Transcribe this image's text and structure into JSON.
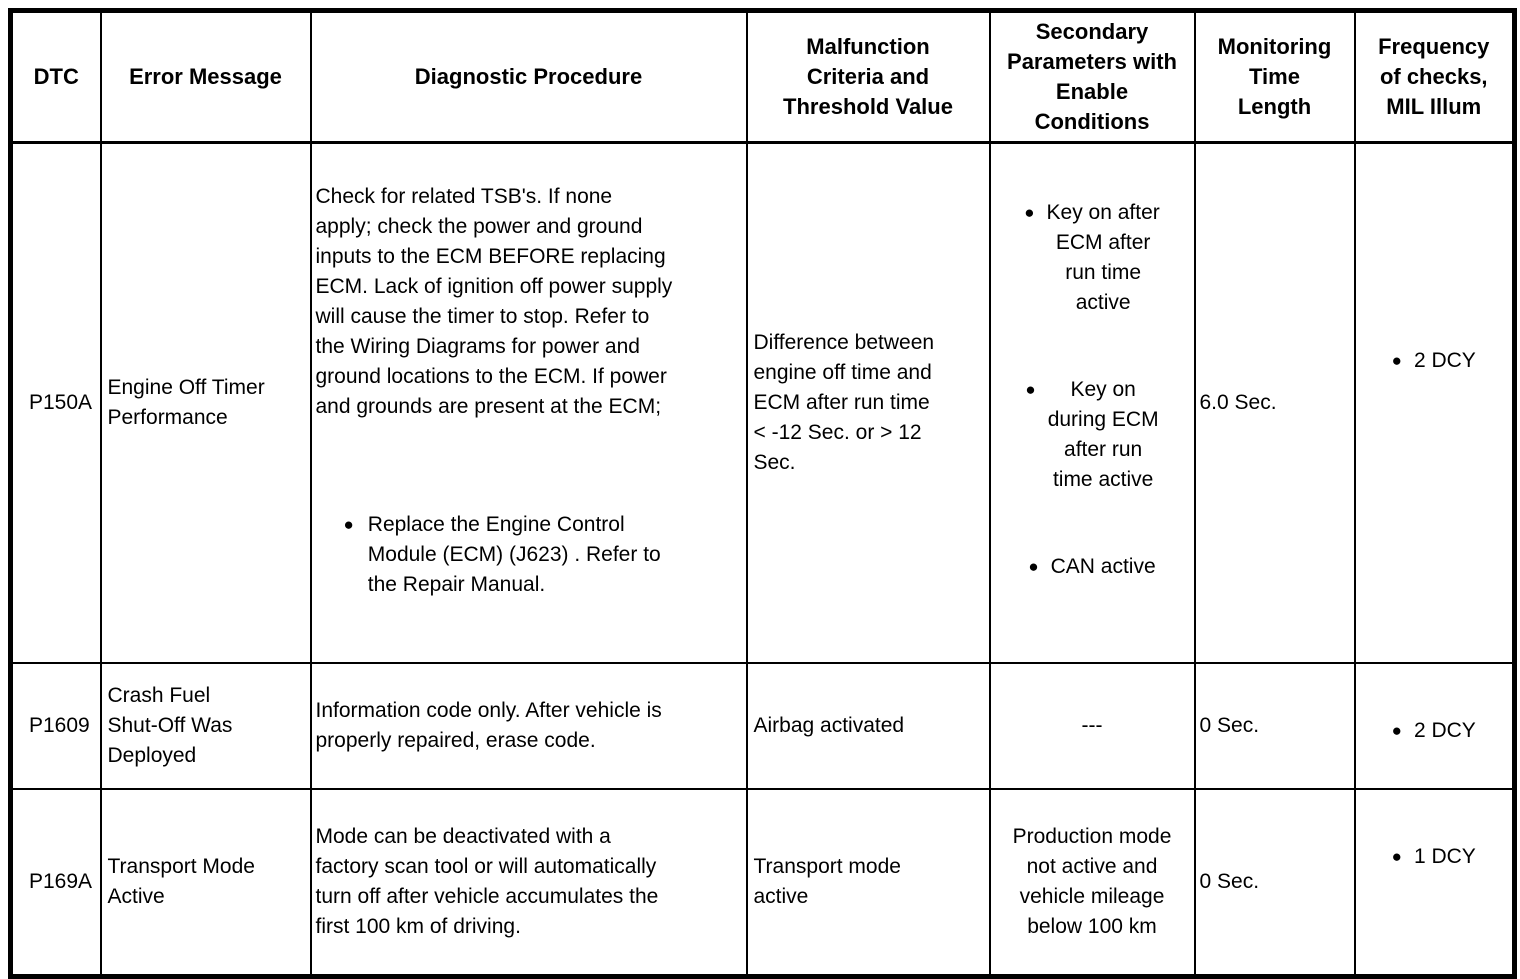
{
  "icons": {
    "bullet": "●"
  },
  "table": {
    "columns": [
      {
        "label": "DTC"
      },
      {
        "label": "Error Message"
      },
      {
        "label": "Diagnostic Procedure"
      },
      {
        "label": "Malfunction\nCriteria and\nThreshold Value"
      },
      {
        "label": "Secondary\nParameters with\nEnable\nConditions"
      },
      {
        "label": "Monitoring\nTime\nLength"
      },
      {
        "label": "Frequency\nof checks,\nMIL Illum"
      }
    ],
    "rows": [
      {
        "dtc": "P150A",
        "error_message": "Engine Off Timer\nPerformance",
        "diagnostic_procedure": {
          "paragraph": "Check for related TSB's. If none\napply; check the power and ground\ninputs to the ECM BEFORE replacing\nECM. Lack of ignition off power supply\nwill cause the timer to stop. Refer to\nthe Wiring Diagrams for power and\nground locations to the ECM. If power\nand grounds are present at the ECM;",
          "bullets": [
            "Replace the Engine Control\nModule (ECM) (J623) . Refer to\nthe Repair Manual."
          ]
        },
        "malfunction_criteria": "Difference between\nengine off time and\nECM after run time\n< -12 Sec. or > 12\nSec.",
        "secondary_parameters": {
          "bullets": [
            "Key on after\nECM after\nrun time\nactive",
            "Key on\nduring ECM\nafter run\ntime active",
            "CAN active"
          ]
        },
        "monitoring_time": "6.0 Sec.",
        "frequency_bullets": [
          "2 DCY"
        ]
      },
      {
        "dtc": "P1609",
        "error_message": "Crash Fuel\nShut-Off Was\nDeployed",
        "diagnostic_procedure": {
          "paragraph": "Information code only. After vehicle is\nproperly repaired, erase code."
        },
        "malfunction_criteria": "Airbag activated",
        "secondary_parameters": {
          "text": "---"
        },
        "monitoring_time": "0 Sec.",
        "frequency_bullets": [
          "2 DCY"
        ]
      },
      {
        "dtc": "P169A",
        "error_message": "Transport Mode\nActive",
        "diagnostic_procedure": {
          "paragraph": "Mode can be deactivated with a\nfactory scan tool or will automatically\nturn off after vehicle accumulates the\nfirst 100 km of driving."
        },
        "malfunction_criteria": "Transport mode\nactive",
        "secondary_parameters": {
          "text": "Production mode\nnot active and\nvehicle mileage\nbelow 100 km"
        },
        "monitoring_time": "0 Sec.",
        "frequency_bullets": [
          "1 DCY"
        ]
      }
    ]
  }
}
